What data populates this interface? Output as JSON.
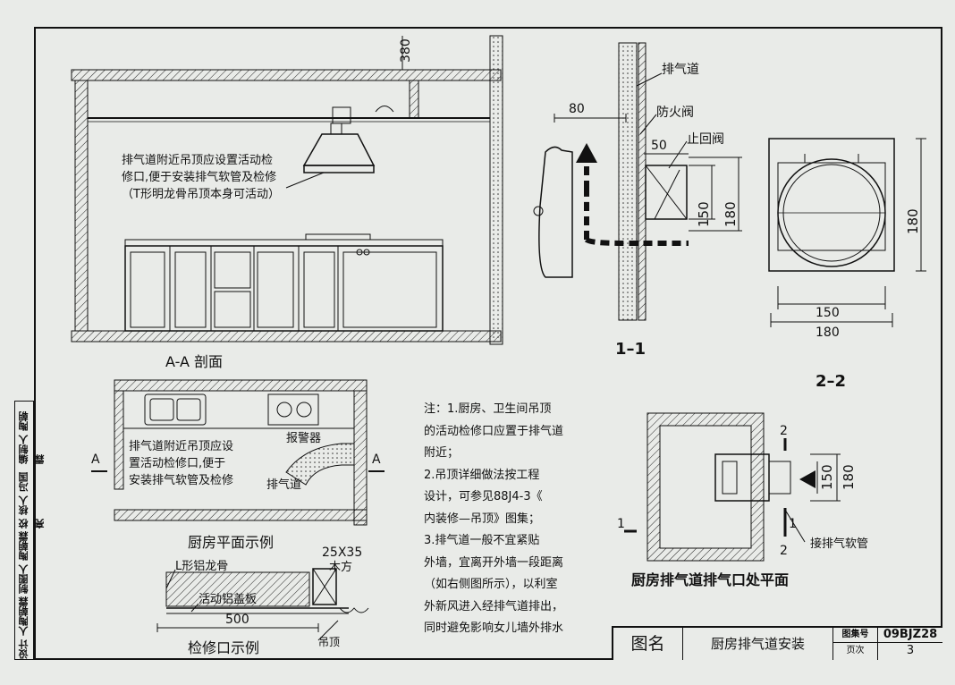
{
  "sheet": {
    "atlas_label": "图集号",
    "atlas_no": "09BJZ28",
    "page_label": "页次",
    "page_no": "3",
    "name_label": "图名",
    "title": "厨房排气道安装"
  },
  "sidebar": {
    "items": [
      "编制人 陶朝霖",
      "校 核人 冯国亮",
      "制图人 陶朝霖",
      "设计 人陶朝霖"
    ]
  },
  "section_aa": {
    "title": "A-A   剖面",
    "dim_380": "380",
    "note_lines": [
      "排气道附近吊顶应设置活动检",
      "修口,便于安装排气软管及检修",
      "（T形明龙骨吊顶本身可活动）"
    ]
  },
  "plan": {
    "title": "厨房平面示例",
    "note_lines": [
      "排气道附近吊顶应设",
      "置活动检修口,便于",
      "安装排气软管及检修"
    ],
    "alarm_label": "报警器",
    "duct_label": "排气道",
    "cut_a_left": "A",
    "cut_a_right": "A"
  },
  "inspection": {
    "title": "检修口示例",
    "l_keel": "L形铝龙骨",
    "cover": "活动铝盖板",
    "dim_500": "500",
    "batten_size": "25X35",
    "batten": "木方",
    "ceiling": "吊顶"
  },
  "notes": {
    "lines": [
      "注：1.厨房、卫生间吊顶",
      "的活动检修口应置于排气道",
      "附近；",
      "    2.吊顶详细做法按工程",
      "设计，可参见88J4-3《",
      "内装修—吊顶》图集；",
      "    3.排气道一般不宜紧贴",
      "外墙，宜离开外墙一段距离",
      "（如右侧图所示），以利室",
      "外新风进入经排气道排出，",
      "同时避免影响女儿墙外排水"
    ]
  },
  "section_11": {
    "title": "1–1",
    "duct_label": "排气道",
    "fire_damper": "防火阀",
    "check_valve": "止回阀",
    "dim_80": "80",
    "dim_50": "50",
    "dim_150": "150",
    "dim_180": "180"
  },
  "section_22": {
    "title": "2–2",
    "dim_150": "150",
    "dim_180": "180",
    "dim_180_right": "180"
  },
  "outlet_plan": {
    "title": "厨房排气道排气口处平面",
    "hose_label": "接排气软管",
    "dim_150": "150",
    "dim_180": "180",
    "cut_1": "1",
    "cut_2": "2"
  }
}
